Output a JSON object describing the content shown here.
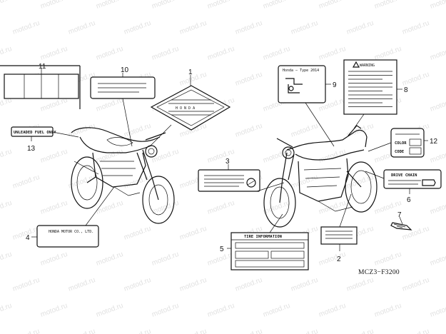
{
  "watermark": "motod.ru",
  "drawing_code": "MCZ3−F3200",
  "callouts": [
    "1",
    "2",
    "3",
    "4",
    "5",
    "6",
    "7",
    "8",
    "9",
    "10",
    "11",
    "12",
    "13"
  ],
  "labels": {
    "unleaded_fuel": "UNLEADED FUEL ONLY",
    "honda_name": "HONDA MOTOR CO., LTD.",
    "tire_info": "TIRE INFORMATION",
    "warning": "WARNING",
    "color": "COLOR",
    "code": "CODE",
    "drive_chain": "DRIVE CHAIN",
    "honda_type": "Honda — Type  2014"
  },
  "colors": {
    "ink": "#111111",
    "watermark": "#c9c9c9",
    "background": "#ffffff"
  }
}
